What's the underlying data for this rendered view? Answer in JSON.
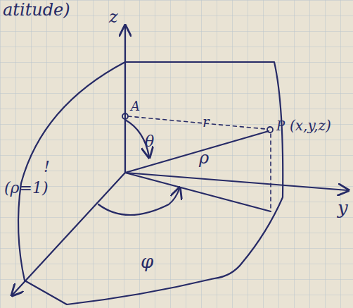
{
  "diagram": {
    "labels": [
      "atitude)",
      "z",
      "y",
      "A",
      "θ",
      "ρ",
      "r",
      "P",
      "(x,y,z)",
      "φ",
      "(ρ=1)",
      "!"
    ]
  }
}
